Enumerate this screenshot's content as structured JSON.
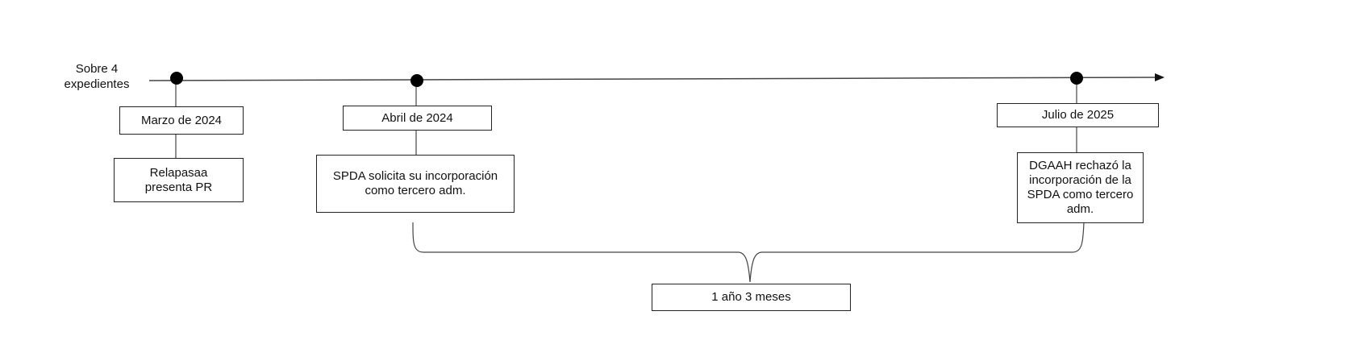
{
  "timeline": {
    "start_label": "Sobre 4 expedientes",
    "events": [
      {
        "date": "Marzo de 2024",
        "description": "Relapasaa presenta PR"
      },
      {
        "date": "Abril de 2024",
        "description": "SPDA solicita su incorporación como tercero adm."
      },
      {
        "date": "Julio de 2025",
        "description": "DGAAH rechazó la incorporación de la SPDA como tercero adm."
      }
    ],
    "duration_label": "1 año 3 meses"
  }
}
